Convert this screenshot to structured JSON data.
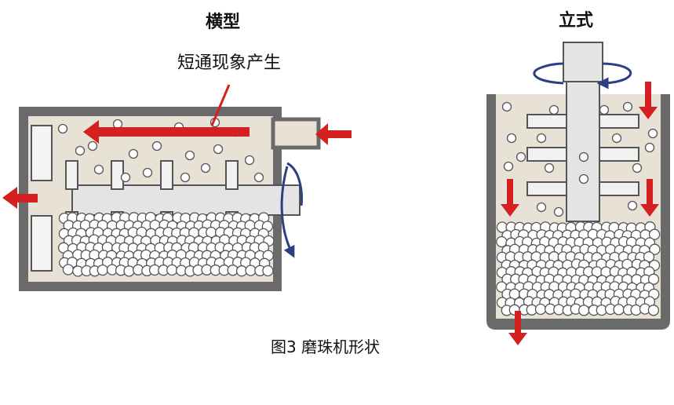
{
  "labels": {
    "horizontal_title": "横型",
    "vertical_title": "立式",
    "short_circuit_note": "短通现象产生",
    "caption": "图3 磨珠机形状"
  },
  "colors": {
    "chamber_fill": "#e8e2d6",
    "chamber_border": "#6a6a6a",
    "shaft": "#e4e4e4",
    "flow_arrow": "#d42020",
    "rotation_arrow": "#2c3f7f",
    "bead_fill": "#ffffff",
    "bead_stroke": "#555555"
  },
  "icons": {
    "flow": "red-flow-arrow",
    "rotation": "rotation-arrow",
    "bead": "grinding-bead"
  }
}
